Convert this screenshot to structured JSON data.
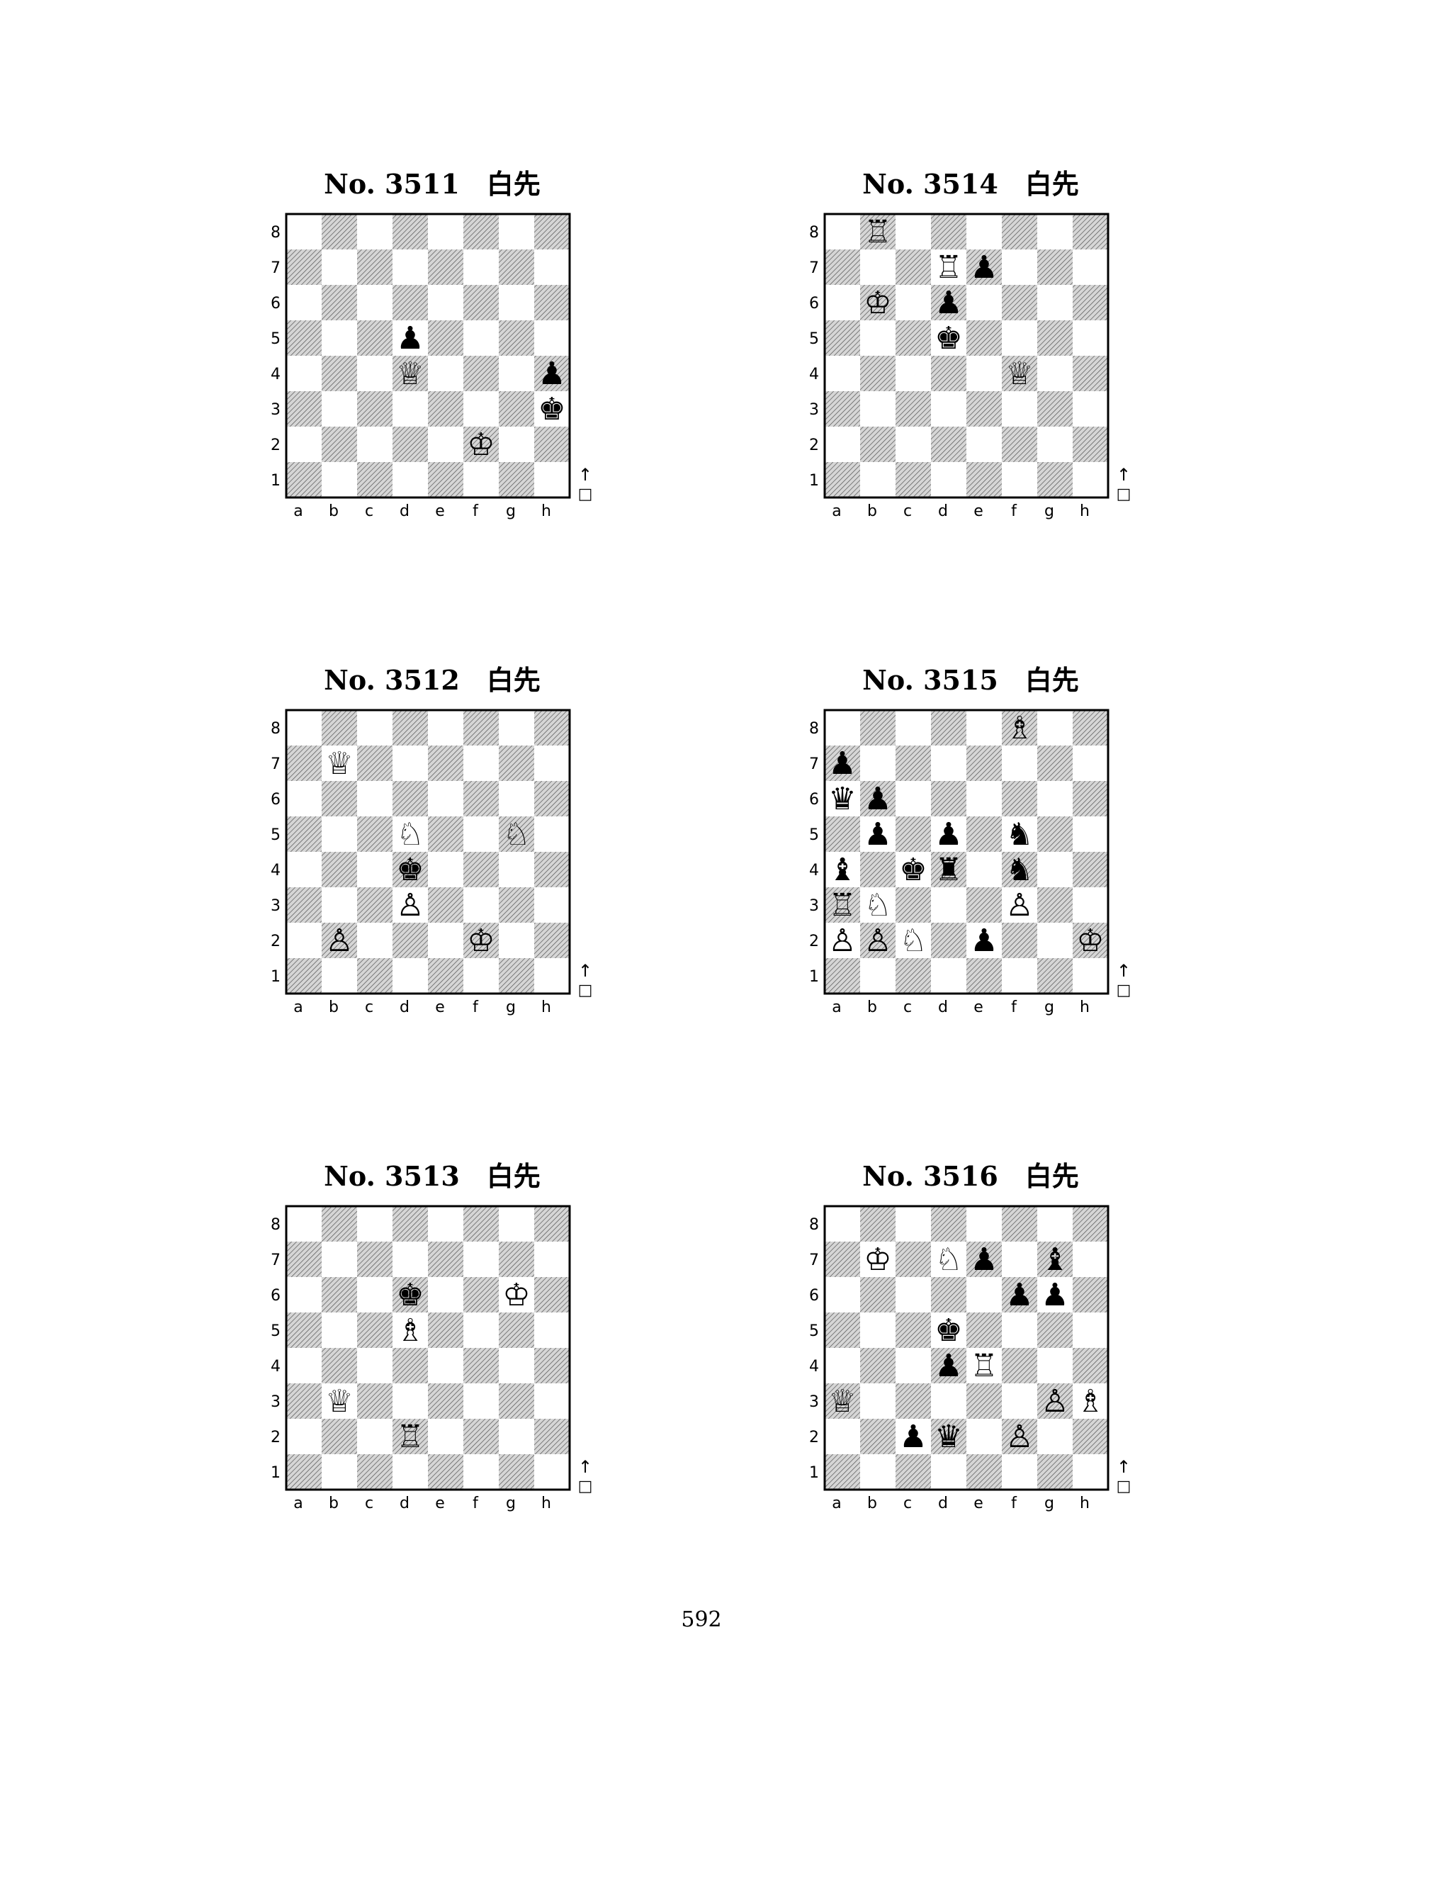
{
  "page_number": "592",
  "puzzles": [
    {
      "title": "No. 3511　白先",
      "pieces": [
        {
          "square": "d5",
          "piece": "p"
        },
        {
          "square": "d4",
          "piece": "Q"
        },
        {
          "square": "h4",
          "piece": "p"
        },
        {
          "square": "h3",
          "piece": "k"
        },
        {
          "square": "f2",
          "piece": "K"
        }
      ]
    },
    {
      "title": "No. 3514　白先",
      "pieces": [
        {
          "square": "b8",
          "piece": "R"
        },
        {
          "square": "d7",
          "piece": "R"
        },
        {
          "square": "e7",
          "piece": "p"
        },
        {
          "square": "b6",
          "piece": "K"
        },
        {
          "square": "d6",
          "piece": "p"
        },
        {
          "square": "d5",
          "piece": "k"
        },
        {
          "square": "f4",
          "piece": "Q"
        }
      ]
    },
    {
      "title": "No. 3512　白先",
      "pieces": [
        {
          "square": "b7",
          "piece": "Q"
        },
        {
          "square": "d5",
          "piece": "N"
        },
        {
          "square": "g5",
          "piece": "N"
        },
        {
          "square": "d4",
          "piece": "k"
        },
        {
          "square": "d3",
          "piece": "P"
        },
        {
          "square": "b2",
          "piece": "P"
        },
        {
          "square": "f2",
          "piece": "K"
        }
      ]
    },
    {
      "title": "No. 3515　白先",
      "pieces": [
        {
          "square": "f8",
          "piece": "B"
        },
        {
          "square": "a7",
          "piece": "p"
        },
        {
          "square": "a6",
          "piece": "q"
        },
        {
          "square": "b6",
          "piece": "p"
        },
        {
          "square": "b5",
          "piece": "p"
        },
        {
          "square": "d5",
          "piece": "p"
        },
        {
          "square": "f5",
          "piece": "n"
        },
        {
          "square": "a4",
          "piece": "b"
        },
        {
          "square": "c4",
          "piece": "k"
        },
        {
          "square": "d4",
          "piece": "r"
        },
        {
          "square": "f4",
          "piece": "n"
        },
        {
          "square": "a3",
          "piece": "R"
        },
        {
          "square": "b3",
          "piece": "N"
        },
        {
          "square": "f3",
          "piece": "P"
        },
        {
          "square": "a2",
          "piece": "P"
        },
        {
          "square": "b2",
          "piece": "P"
        },
        {
          "square": "c2",
          "piece": "N"
        },
        {
          "square": "e2",
          "piece": "p"
        },
        {
          "square": "h2",
          "piece": "K"
        }
      ]
    },
    {
      "title": "No. 3513　白先",
      "pieces": [
        {
          "square": "d6",
          "piece": "k"
        },
        {
          "square": "g6",
          "piece": "K"
        },
        {
          "square": "d5",
          "piece": "B"
        },
        {
          "square": "b3",
          "piece": "Q"
        },
        {
          "square": "d2",
          "piece": "R"
        }
      ]
    },
    {
      "title": "No. 3516　白先",
      "pieces": [
        {
          "square": "b7",
          "piece": "K"
        },
        {
          "square": "d7",
          "piece": "N"
        },
        {
          "square": "e7",
          "piece": "p"
        },
        {
          "square": "g7",
          "piece": "b"
        },
        {
          "square": "f6",
          "piece": "p"
        },
        {
          "square": "g6",
          "piece": "p"
        },
        {
          "square": "d5",
          "piece": "k"
        },
        {
          "square": "d4",
          "piece": "p"
        },
        {
          "square": "e4",
          "piece": "R"
        },
        {
          "square": "a3",
          "piece": "Q"
        },
        {
          "square": "g3",
          "piece": "P"
        },
        {
          "square": "h3",
          "piece": "B"
        },
        {
          "square": "c2",
          "piece": "p"
        },
        {
          "square": "d2",
          "piece": "q"
        },
        {
          "square": "f2",
          "piece": "P"
        }
      ]
    }
  ],
  "files": [
    "a",
    "b",
    "c",
    "d",
    "e",
    "f",
    "g",
    "h"
  ],
  "ranks": [
    "8",
    "7",
    "6",
    "5",
    "4",
    "3",
    "2",
    "1"
  ],
  "turn_indicator": {
    "arrow": "↑",
    "symbol": "□"
  }
}
